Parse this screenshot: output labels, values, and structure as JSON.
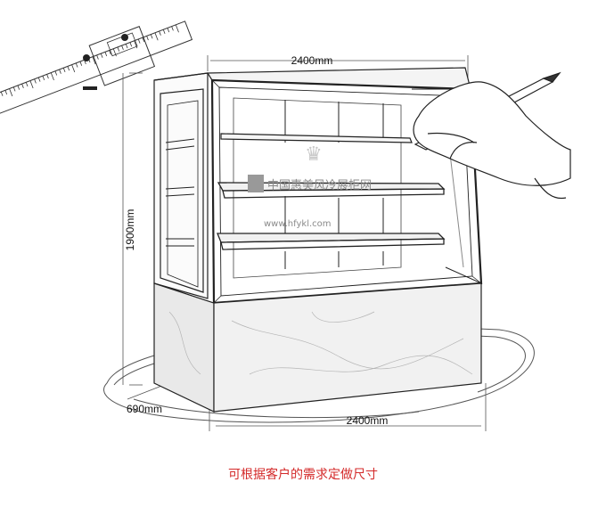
{
  "dimensions": {
    "top_width": "2400mm",
    "height": "1900mm",
    "depth": "690mm",
    "bottom_width": "2400mm"
  },
  "watermark": {
    "brand": "中国惠美风冷展柜网",
    "url": "www.hfykl.com"
  },
  "caption": "可根据客户的需求定做尺寸",
  "colors": {
    "caption": "#d42a2a",
    "line": "#222222",
    "watermark": "#8a8a8a"
  }
}
